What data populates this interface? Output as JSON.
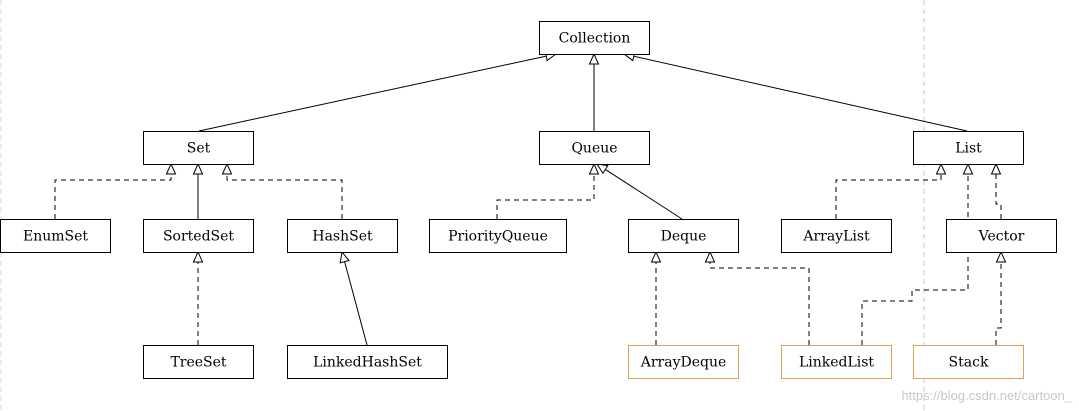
{
  "nodes": {
    "collection": {
      "label": "Collection",
      "highlight": false
    },
    "set": {
      "label": "Set",
      "highlight": false
    },
    "queue": {
      "label": "Queue",
      "highlight": false
    },
    "list": {
      "label": "List",
      "highlight": false
    },
    "enumset": {
      "label": "EnumSet",
      "highlight": false
    },
    "sortedset": {
      "label": "SortedSet",
      "highlight": false
    },
    "hashset": {
      "label": "HashSet",
      "highlight": false
    },
    "priorityqueue": {
      "label": "PriorityQueue",
      "highlight": false
    },
    "deque": {
      "label": "Deque",
      "highlight": false
    },
    "arraylist": {
      "label": "ArrayList",
      "highlight": false
    },
    "vector": {
      "label": "Vector",
      "highlight": false
    },
    "treeset": {
      "label": "TreeSet",
      "highlight": false
    },
    "linkedhashset": {
      "label": "LinkedHashSet",
      "highlight": false
    },
    "arraydeque": {
      "label": "ArrayDeque",
      "highlight": true
    },
    "linkedlist": {
      "label": "LinkedList",
      "highlight": true
    },
    "stack": {
      "label": "Stack",
      "highlight": true
    }
  },
  "edges": [
    {
      "from": "set",
      "to": "collection",
      "style": "solid"
    },
    {
      "from": "queue",
      "to": "collection",
      "style": "solid"
    },
    {
      "from": "list",
      "to": "collection",
      "style": "solid"
    },
    {
      "from": "enumset",
      "to": "set",
      "style": "dashed"
    },
    {
      "from": "sortedset",
      "to": "set",
      "style": "solid"
    },
    {
      "from": "hashset",
      "to": "set",
      "style": "dashed"
    },
    {
      "from": "priorityqueue",
      "to": "queue",
      "style": "dashed"
    },
    {
      "from": "deque",
      "to": "queue",
      "style": "solid"
    },
    {
      "from": "arraylist",
      "to": "list",
      "style": "dashed"
    },
    {
      "from": "linkedlist",
      "to": "list",
      "style": "dashed"
    },
    {
      "from": "vector",
      "to": "list",
      "style": "dashed"
    },
    {
      "from": "treeset",
      "to": "sortedset",
      "style": "dashed"
    },
    {
      "from": "linkedhashset",
      "to": "hashset",
      "style": "solid"
    },
    {
      "from": "arraydeque",
      "to": "deque",
      "style": "dashed"
    },
    {
      "from": "linkedlist",
      "to": "deque",
      "style": "dashed"
    },
    {
      "from": "stack",
      "to": "vector",
      "style": "dashed"
    }
  ],
  "colors": {
    "box_border": "#000000",
    "highlight_border": "#e0a25a",
    "line": "#000000",
    "divider": "#c8c8c8",
    "watermark": "#c8c8c8"
  },
  "watermark": "https://blog.csdn.net/cartoon_"
}
